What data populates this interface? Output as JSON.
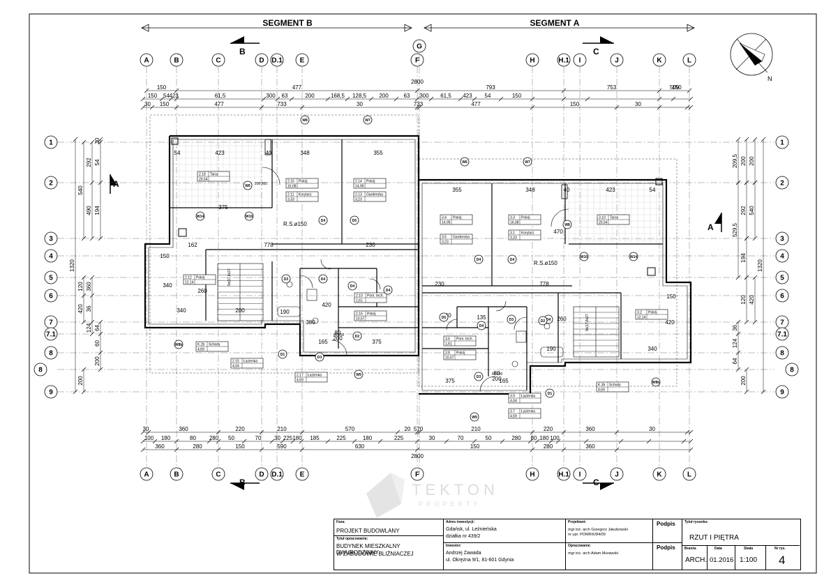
{
  "segments": {
    "b": "SEGMENT B",
    "a": "SEGMENT A"
  },
  "sections": {
    "a": "A",
    "b": "B",
    "c": "C"
  },
  "axes_x": [
    "A",
    "B",
    "C",
    "D",
    "D.1",
    "E",
    "F",
    "G",
    "H",
    "H.1",
    "I",
    "J",
    "K",
    "L"
  ],
  "axes_y_left": [
    "1",
    "2",
    "3",
    "4",
    "5",
    "6",
    "7",
    "7.1",
    "8",
    "8",
    "9"
  ],
  "axes_y_right": [
    "1",
    "2",
    "3",
    "4",
    "5",
    "6",
    "7",
    "7.1",
    "8",
    "8",
    "9"
  ],
  "dims_top": {
    "row1": [
      "150",
      "477",
      "793",
      "753",
      "509",
      "150"
    ],
    "row2": [
      "150",
      "54",
      "423",
      "61,5",
      "300",
      "63",
      "200",
      "168,5",
      "128,5",
      "200",
      "63",
      "300",
      "61,5",
      "423",
      "54",
      "150"
    ],
    "row3": [
      "30",
      "150",
      "477",
      "733",
      "30",
      "733",
      "477",
      "150",
      "30"
    ],
    "total": "2800"
  },
  "dims_bottom": {
    "row1": [
      "30",
      "360",
      "220",
      "210",
      "570",
      "20",
      "570",
      "210",
      "220",
      "360",
      "30"
    ],
    "row2": [
      "100",
      "180",
      "80",
      "280",
      "50",
      "70",
      "30",
      "225",
      "180",
      "185",
      "225",
      "180",
      "225",
      "30",
      "70",
      "50",
      "280",
      "80",
      "180",
      "100"
    ],
    "row3": [
      "360",
      "280",
      "150",
      "590",
      "630",
      "150",
      "280",
      "360"
    ],
    "total": "2800"
  },
  "dims_left": [
    "540",
    "292",
    "54",
    "30",
    "490",
    "194",
    "50",
    "1320",
    "120",
    "420",
    "360",
    "36",
    "124",
    "64",
    "60",
    "200",
    "200",
    "30"
  ],
  "dims_right": [
    "30",
    "209,5",
    "54",
    "200",
    "200",
    "529,5",
    "292",
    "540",
    "194",
    "50",
    "1320",
    "120",
    "420",
    "360",
    "36",
    "124",
    "64",
    "60",
    "200",
    "30"
  ],
  "room_dims_b": [
    "54",
    "423",
    "40",
    "348",
    "355",
    "375",
    "162",
    "778",
    "230",
    "150",
    "340",
    "260",
    "200",
    "190",
    "380",
    "420",
    "375",
    "165",
    "80",
    "200",
    "340"
  ],
  "room_dims_a": [
    "355",
    "348",
    "40",
    "423",
    "54",
    "470",
    "778",
    "230",
    "240",
    "135",
    "375",
    "165",
    "80",
    "200",
    "190",
    "260",
    "340",
    "150",
    "420"
  ],
  "rooms_b": [
    {
      "code": "2.18",
      "name": "Taras",
      "area": "20,54"
    },
    {
      "code": "2.15",
      "name": "Pokój",
      "area": "16,08"
    },
    {
      "code": "2.14",
      "name": "Pokój",
      "area": "14,95"
    },
    {
      "code": "2.11",
      "name": "Korytarz",
      "area": "3,33"
    },
    {
      "code": "2.13",
      "name": "Garderoba",
      "area": "3,23"
    },
    {
      "code": "2.12",
      "name": "Pokój",
      "area": "12,14"
    },
    {
      "code": "2.10",
      "name": "Pom. tech.",
      "area": "1,61"
    },
    {
      "code": "2.16",
      "name": "Pokój",
      "area": "10,57"
    },
    {
      "code": "2.15",
      "name": "Łazienka",
      "area": "4,04"
    },
    {
      "code": "2.17",
      "name": "Łazienka",
      "area": "4,59"
    },
    {
      "code": "K.2b",
      "name": "Schody",
      "area": "4,69"
    }
  ],
  "rooms_a": [
    {
      "code": "3.4",
      "name": "Pokój",
      "area": "14,95"
    },
    {
      "code": "3.3",
      "name": "Pokój",
      "area": "16,08"
    },
    {
      "code": "3.10",
      "name": "Taras",
      "area": "20,54"
    },
    {
      "code": "3.5",
      "name": "Garderoba",
      "area": "3,23"
    },
    {
      "code": "3.1",
      "name": "Korytarz",
      "area": "3,33"
    },
    {
      "code": "3.2",
      "name": "Pokój",
      "area": "12,14"
    },
    {
      "code": "3.6",
      "name": "Pom. tech.",
      "area": "1,61"
    },
    {
      "code": "3.8",
      "name": "Pokój",
      "area": "10,57"
    },
    {
      "code": "3.9",
      "name": "Łazienka",
      "area": "4,04"
    },
    {
      "code": "3.7",
      "name": "Łazienka",
      "area": "4,59"
    },
    {
      "code": "K.3b",
      "name": "Schody",
      "area": "4,69"
    }
  ],
  "tags_b": [
    "W8",
    "W7",
    "W6",
    "W14",
    "W10",
    "D4",
    "D5",
    "D3",
    "D4",
    "D4",
    "D4",
    "D1",
    "D2",
    "D3",
    "W8b",
    "W9"
  ],
  "tags_a": [
    "W6",
    "W7",
    "W8",
    "D4",
    "D4",
    "D5",
    "D4",
    "D3",
    "D4",
    "D2",
    "D1",
    "D3",
    "W10",
    "W14",
    "W8b",
    "W9"
  ],
  "misc_labels": {
    "rs_b": "R.S.ø150",
    "rs_a": "R.S.ø150",
    "stairs_b": "9x(17,8x27",
    "stairs_a": "9x(17,8x27",
    "window_size": "200 300",
    "door_size": "80 200"
  },
  "title_block": {
    "faza_label": "Faza:",
    "faza": "PROJEKT BUDOWLANY",
    "tytul_opr_label": "Tytuł opracowania:",
    "tytul_opr_1": "BUDYNEK MIESZKALNY DWURODZINNY",
    "tytul_opr_2": "W ZABUDOWIE BLIŹNIACZEJ",
    "adres_label": "Adres inwestycji:",
    "adres_1": "Gdańsk, ul. Leźnieńska",
    "adres_2": "działka nr 439/2",
    "inwestor_label": "Inwestor:",
    "inwestor_1": "Andrzej Zawada",
    "inwestor_2": "ul. Okrężna 9/1, 81-601 Gdynia",
    "projektant_label": "Projektant:",
    "projektant_1": "mgr inż. arch Grzegorz Jakubowski",
    "projektant_2": "nr upr. POM/KK/84/09",
    "opracowanie_label": "Opracowanie:",
    "opracowanie": "mgr inż. arch Adam Murawski",
    "podpis": "Podpis",
    "podpis2": "Podpis",
    "tytul_rys_label": "Tytuł rysunku:",
    "tytul_rys": "RZUT I PIĘTRA",
    "branza_label": "Branża",
    "branza": "ARCH.",
    "data_label": "Data",
    "data": "01.2016",
    "skala_label": "Skala",
    "skala": "1:100",
    "nr_label": "Nr rys.",
    "nr": "4"
  },
  "watermark": {
    "word": "TEKTON",
    "sub": "PROPERTY"
  }
}
